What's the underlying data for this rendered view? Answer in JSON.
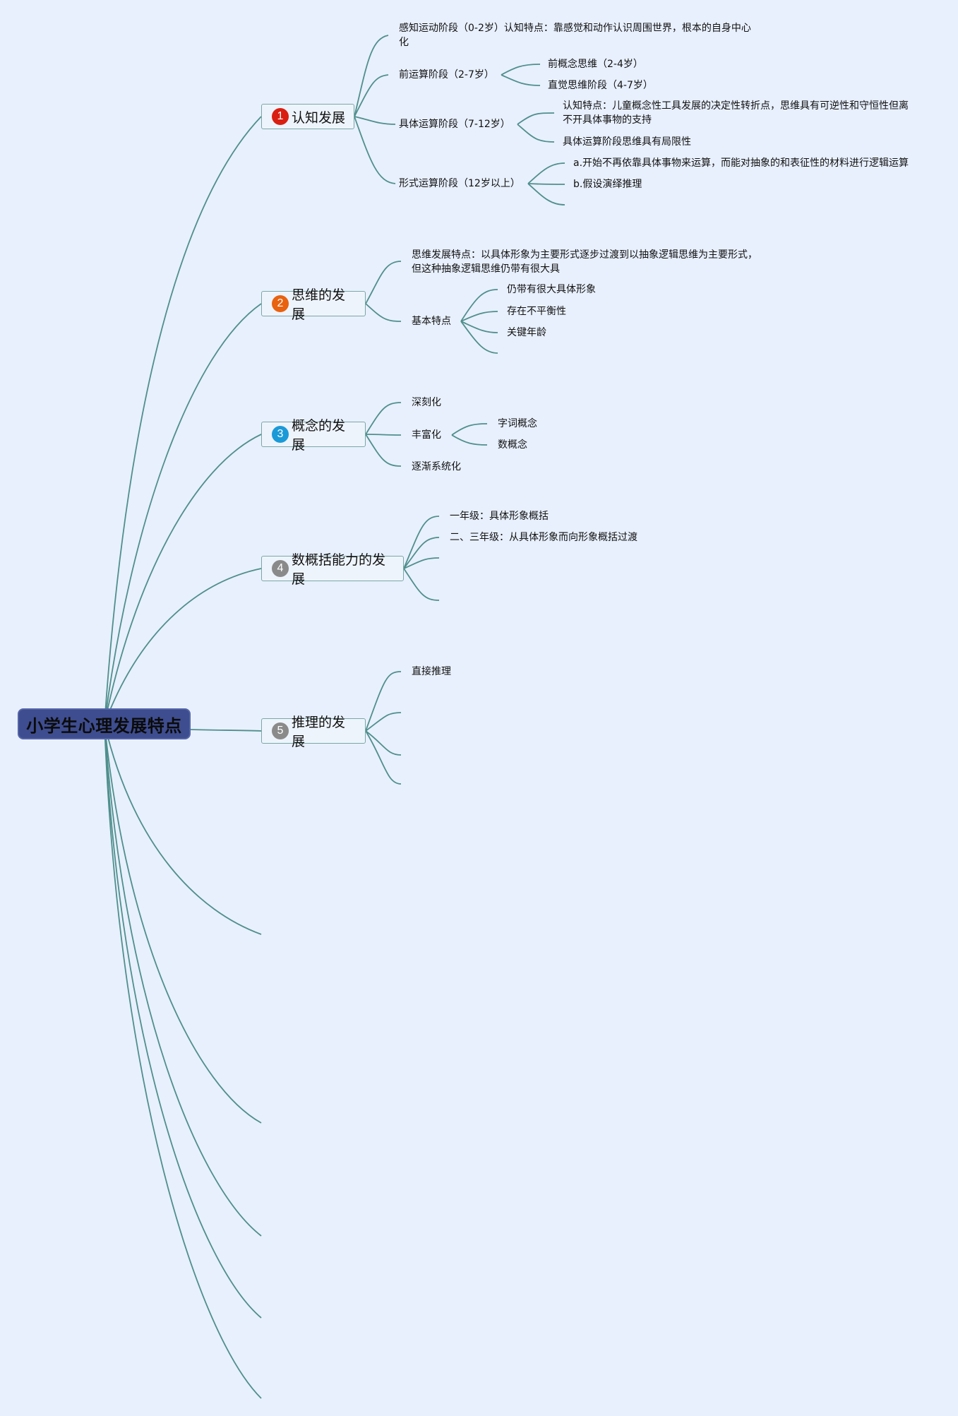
{
  "root": "小学生心理发展特点",
  "colors": {
    "root_fill": "#3e4d8f",
    "connector": "#4f8f8c",
    "badge_1": "#d91f11",
    "badge_2": "#e8620f",
    "badge_3": "#1b9ad8",
    "badge_4": "#8a8a8a",
    "badge_5": "#8a8a8a"
  },
  "topics": [
    {
      "number": "1",
      "label": "认知发展",
      "children": [
        {
          "text": "感知运动阶段（0-2岁）认知特点：靠感觉和动作认识周围世界，根本的自身中心化"
        },
        {
          "text": "前运算阶段（2-7岁）",
          "children": [
            "前概念思维（2-4岁）",
            "直觉思维阶段（4-7岁）"
          ]
        },
        {
          "text": "具体运算阶段（7-12岁）",
          "children": [
            "认知特点：儿童概念性工具发展的决定性转折点，思维具有可逆性和守恒性但离不开具体事物的支持",
            "具体运算阶段思维具有局限性"
          ]
        },
        {
          "text": "形式运算阶段（12岁以上）",
          "children": [
            "a.开始不再依靠具体事物来运算，而能对抽象的和表征性的材料进行逻辑运算",
            "b.假设演绎推理"
          ]
        }
      ]
    },
    {
      "number": "2",
      "label": "思维的发展",
      "children": [
        {
          "text": "思维发展特点：以具体形象为主要形式逐步过渡到以抽象逻辑思维为主要形式，但这种抽象逻辑思维仍带有很大具"
        },
        {
          "text": "基本特点",
          "children": [
            "仍带有很大具体形象",
            "存在不平衡性",
            "关键年龄"
          ]
        }
      ]
    },
    {
      "number": "3",
      "label": "概念的发展",
      "children": [
        {
          "text": "深刻化"
        },
        {
          "text": "丰富化",
          "children": [
            "字词概念",
            "数概念"
          ]
        },
        {
          "text": "逐渐系统化"
        }
      ]
    },
    {
      "number": "4",
      "label": "数概括能力的发展",
      "children": [
        {
          "text": "一年级：具体形象概括"
        },
        {
          "text": "二、三年级：从具体形象而向形象概括过渡"
        }
      ]
    },
    {
      "number": "5",
      "label": "推理的发展",
      "children": [
        {
          "text": "直接推理"
        }
      ]
    }
  ]
}
